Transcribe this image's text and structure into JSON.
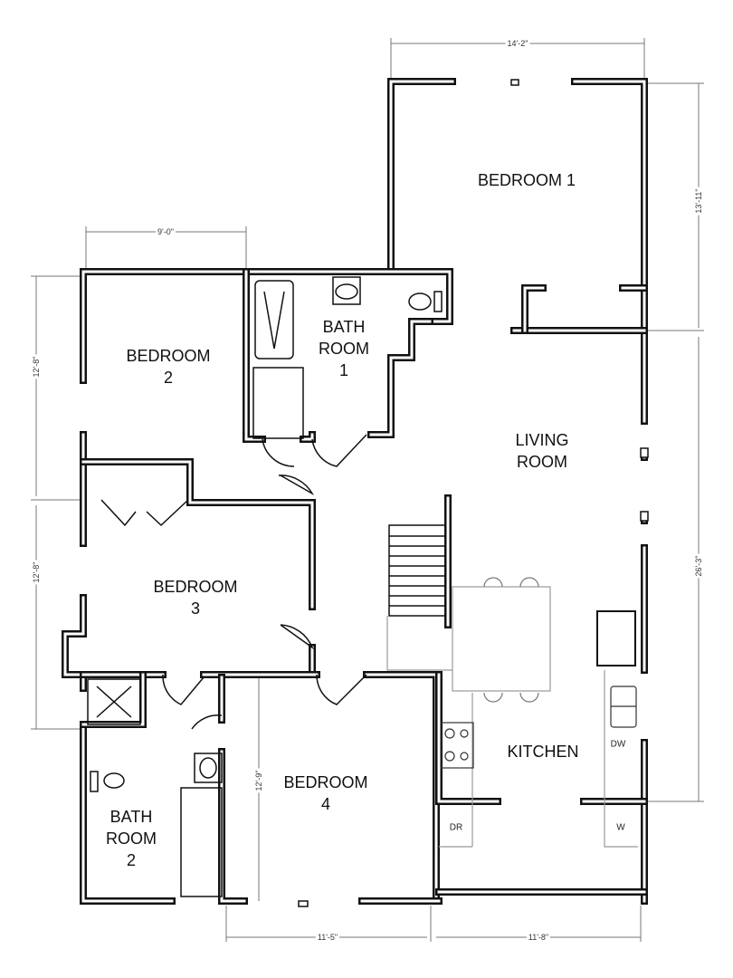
{
  "rooms": {
    "bedroom1": "BEDROOM 1",
    "bedroom2_a": "BEDROOM",
    "bedroom2_b": "2",
    "bedroom3_a": "BEDROOM",
    "bedroom3_b": "3",
    "bedroom4_a": "BEDROOM",
    "bedroom4_b": "4",
    "bath1_a": "BATH",
    "bath1_b": "ROOM",
    "bath1_c": "1",
    "bath2_a": "BATH",
    "bath2_b": "ROOM",
    "bath2_c": "2",
    "living_a": "LIVING",
    "living_b": "ROOM",
    "kitchen": "KITCHEN"
  },
  "appliances": {
    "dishwasher": "DW",
    "dryer": "DR",
    "washer": "W"
  },
  "dimensions": {
    "bedroom1_width": "14'-2\"",
    "bedroom1_depth": "13'-11\"",
    "living_depth": "26'-3\"",
    "bedroom2_width": "9'-0\"",
    "bedroom2_depth": "12'-8\"",
    "bedroom3_depth": "12'-8\"",
    "bedroom4_depth": "12'-9\"",
    "bedroom4_width": "11'-5\"",
    "kitchen_width": "11'-8\""
  }
}
